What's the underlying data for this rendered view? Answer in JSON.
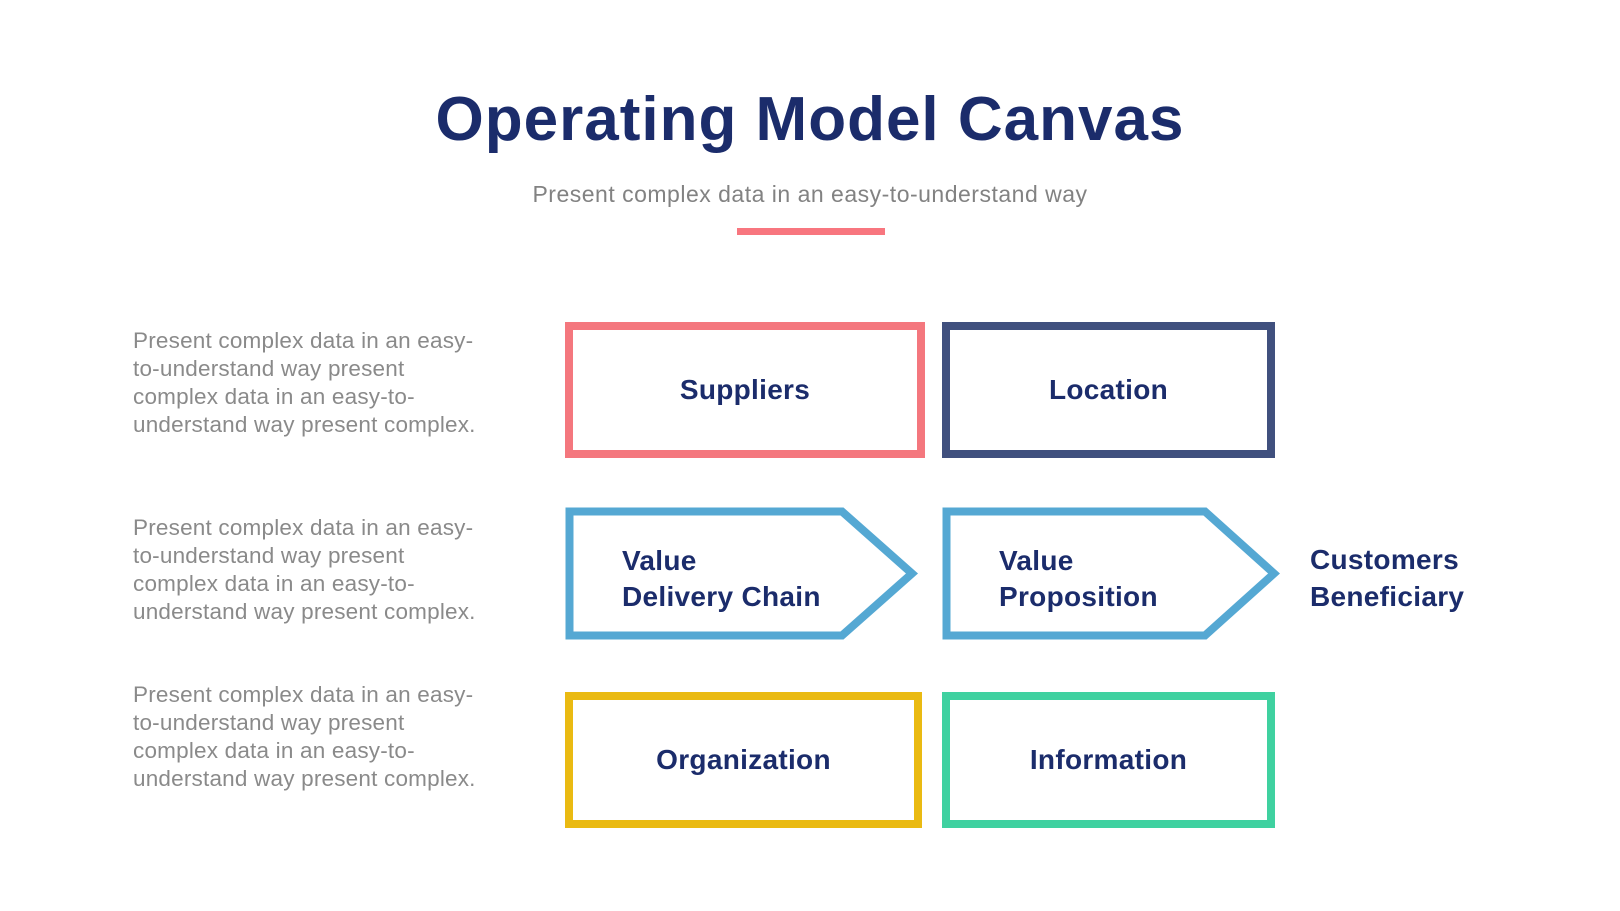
{
  "header": {
    "title": "Operating Model Canvas",
    "subtitle": "Present complex data in an easy-to-understand way",
    "divider_color": "#F8767F"
  },
  "colors": {
    "title_text": "#1B2C6B",
    "body_text": "#8A8A8A",
    "background": "#FFFFFF",
    "suppliers_border": "#F4777E",
    "location_border": "#40507E",
    "arrow_border": "#55A8D3",
    "organization_border": "#EABA12",
    "information_border": "#3FD1A0"
  },
  "rows": [
    {
      "description_lines": [
        "Present complex data in an easy-",
        "to-understand way present",
        "complex data in an easy-to-",
        "understand way present complex."
      ],
      "shapes": [
        {
          "type": "rect",
          "label": "Suppliers",
          "border_color": "#F4777E"
        },
        {
          "type": "rect",
          "label": "Location",
          "border_color": "#40507E"
        }
      ]
    },
    {
      "description_lines": [
        "Present complex data in an easy-",
        "to-understand way present",
        "complex data in an easy-to-",
        "understand way present complex."
      ],
      "shapes": [
        {
          "type": "arrow",
          "lines": [
            "Value",
            "Delivery Chain"
          ],
          "border_color": "#55A8D3"
        },
        {
          "type": "arrow",
          "lines": [
            "Value",
            "Proposition"
          ],
          "border_color": "#55A8D3"
        }
      ],
      "side_label_lines": [
        "Customers",
        "Beneficiary"
      ]
    },
    {
      "description_lines": [
        "Present complex data in an easy-",
        "to-understand way present",
        "complex data in an easy-to-",
        "understand way present complex."
      ],
      "shapes": [
        {
          "type": "rect",
          "label": "Organization",
          "border_color": "#EABA12"
        },
        {
          "type": "rect",
          "label": "Information",
          "border_color": "#3FD1A0"
        }
      ]
    }
  ]
}
